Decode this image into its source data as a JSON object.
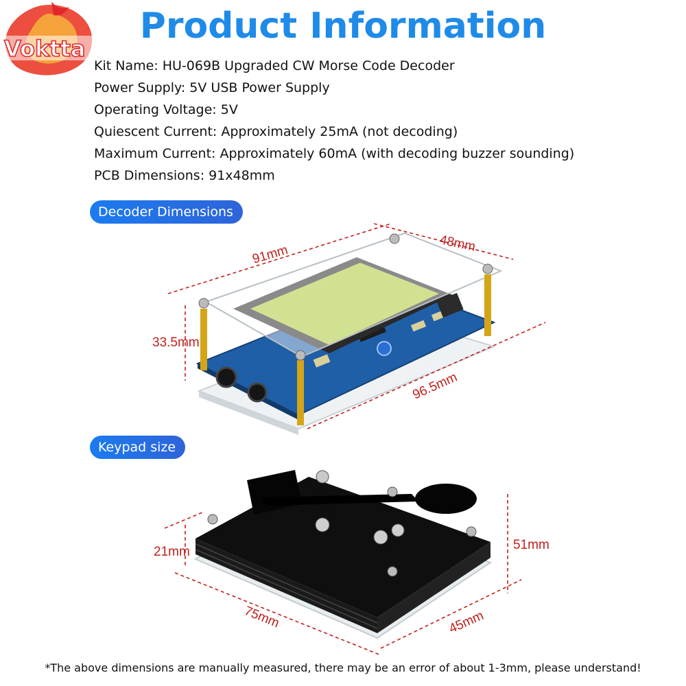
{
  "brand": {
    "logo_text": "Voktta"
  },
  "header": {
    "title": "Product Information"
  },
  "specs": [
    "Kit Name: HU-069B Upgraded CW Morse Code Decoder",
    "Power Supply: 5V USB Power Supply",
    "Operating Voltage: 5V",
    "Quiescent Current: Approximately 25mA (not decoding)",
    "Maximum Current: Approximately 60mA (with decoding buzzer sounding)",
    "PCB Dimensions: 91x48mm"
  ],
  "decoder": {
    "section_label": "Decoder Dimensions",
    "dims": {
      "length": "91mm",
      "width": "48mm",
      "height": "33.5mm",
      "base": "96.5mm"
    }
  },
  "keypad": {
    "section_label": "Keypad size",
    "dims": {
      "height": "21mm",
      "depth": "51mm",
      "length": "75mm",
      "width": "45mm"
    }
  },
  "footnote": "*The above dimensions are manually measured, there may be an error of about 1-3mm, please understand!",
  "colors": {
    "title_blue": "#1f8be8",
    "pill_blue": "#1c7bf0",
    "dim_red": "#c0201c",
    "logo_red": "#e0282a"
  }
}
